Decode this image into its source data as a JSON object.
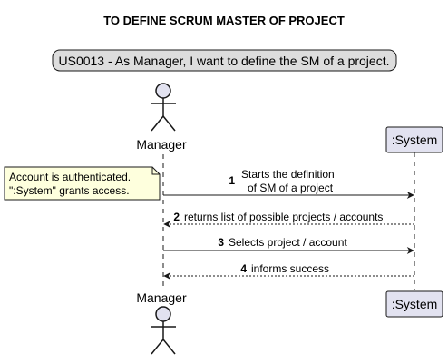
{
  "diagram": {
    "title": "TO DEFINE SCRUM MASTER OF PROJECT",
    "story": "US0013 - As Manager, I want to define the SM of a project.",
    "actor": {
      "name": "Manager"
    },
    "system": {
      "name": ":System"
    },
    "note": {
      "line1": "Account is authenticated.",
      "line2": "\":System\" grants access."
    },
    "messages": [
      {
        "number": "1",
        "line1": "Starts the definition",
        "line2": "of SM of a project",
        "type": "sync"
      },
      {
        "number": "2",
        "text": "returns list of possible projects / accounts",
        "type": "return"
      },
      {
        "number": "3",
        "text": "Selects project / account",
        "type": "sync"
      },
      {
        "number": "4",
        "text": "informs success",
        "type": "return"
      }
    ],
    "colors": {
      "participant_fill": "#E2E2F0",
      "participant_border": "#181818",
      "note_fill": "#FEFFDD",
      "story_fill": "#DDDDDD",
      "lifeline": "#181818"
    }
  }
}
